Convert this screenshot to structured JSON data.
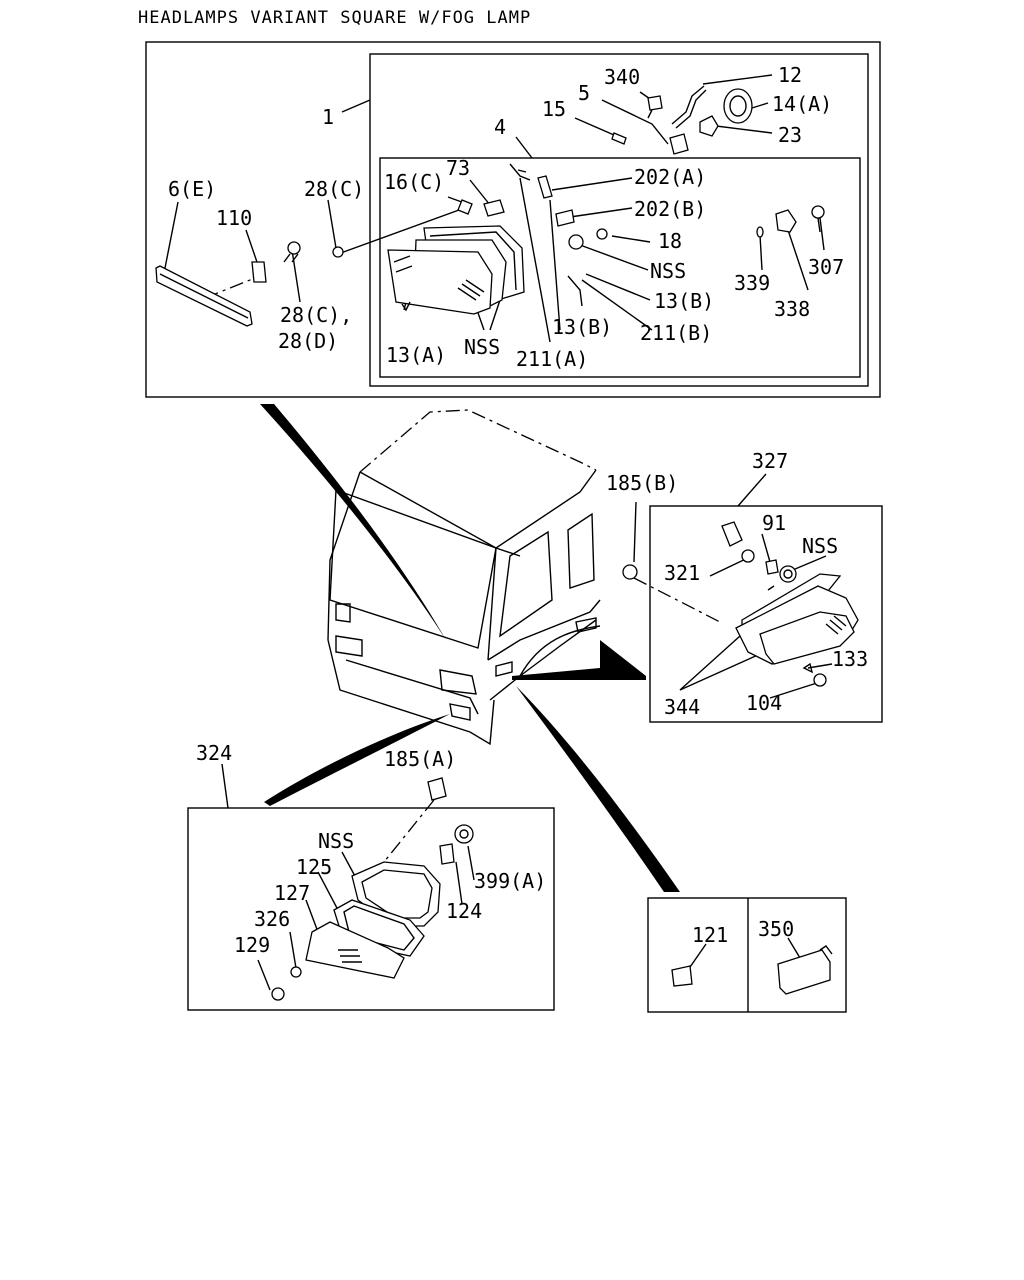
{
  "title": "HEADLAMPS VARIANT SQUARE W/FOG LAMP",
  "labels": {
    "l_1": "1",
    "l_4": "4",
    "l_5": "5",
    "l_12": "12",
    "l_14a": "14(A)",
    "l_15": "15",
    "l_23": "23",
    "l_340": "340",
    "l_6e": "6(E)",
    "l_110": "110",
    "l_28c_top": "28(C)",
    "l_28c": "28(C),",
    "l_28d": "28(D)",
    "l_16c": "16(C)",
    "l_73": "73",
    "l_202a": "202(A)",
    "l_202b": "202(B)",
    "l_18": "18",
    "l_nss_1": "NSS",
    "l_13b_1": "13(B)",
    "l_13b_2": "13(B)",
    "l_211b": "211(B)",
    "l_211a": "211(A)",
    "l_nss_2": "NSS",
    "l_13a": "13(A)",
    "l_339": "339",
    "l_307": "307",
    "l_338": "338",
    "l_327": "327",
    "l_185b": "185(B)",
    "l_91": "91",
    "l_nss_3": "NSS",
    "l_321": "321",
    "l_133": "133",
    "l_344": "344",
    "l_104": "104",
    "l_324": "324",
    "l_185a": "185(A)",
    "l_nss_4": "NSS",
    "l_125": "125",
    "l_127": "127",
    "l_326": "326",
    "l_129": "129",
    "l_124": "124",
    "l_399a": "399(A)",
    "l_121": "121",
    "l_350": "350"
  }
}
